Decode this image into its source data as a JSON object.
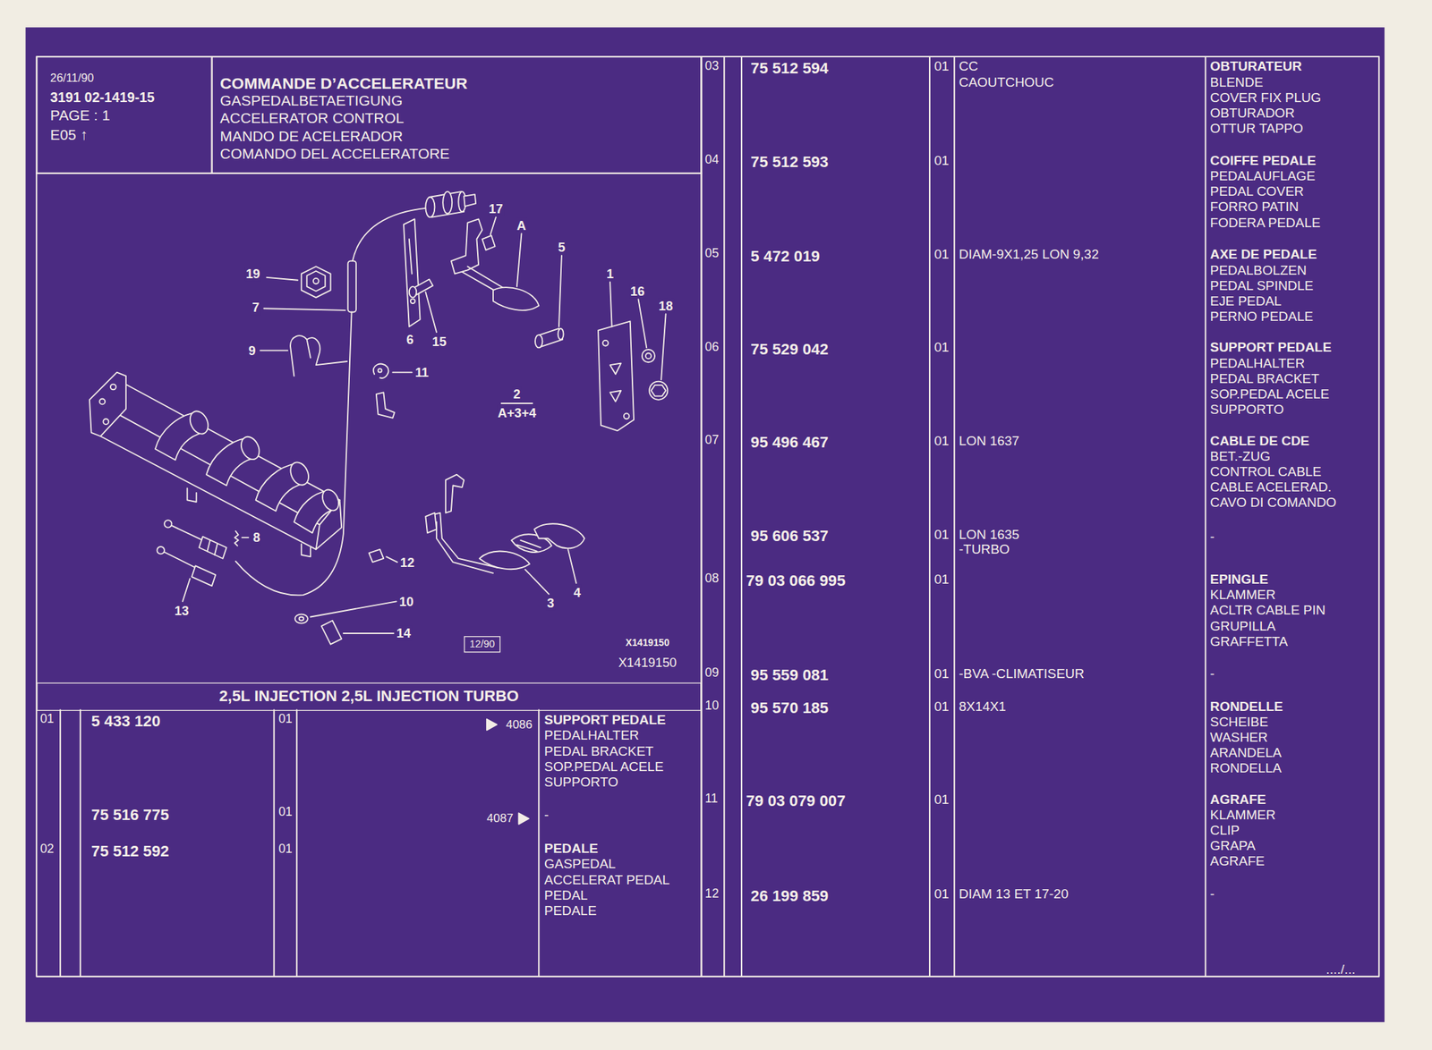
{
  "diagram": {
    "title": "COMMANDE D’ACCELERATEUR",
    "nodes": [
      {
        "text": [
          "26/11/90",
          "3191 02-1419-15",
          "PAGE : 1",
          "E05 ↑"
        ]
      },
      {
        "text": [
          "GASPEDALBETAETIGUNG",
          "ACCELERATOR CONTROL",
          "MANDO DE ACELERADOR",
          "COMANDO DEL ACCELERATORE"
        ]
      },
      {
        "text": [
          "12/90"
        ]
      },
      {
        "text": [
          "2,5L INJECTION 2,5L INJECTION TURBO"
        ]
      }
    ],
    "labels": [
      "17",
      "A",
      "5",
      "19",
      "1",
      "16",
      "18",
      "7",
      "6",
      "15",
      "9",
      "11",
      "2",
      "A+3+4",
      "8",
      "12",
      "10",
      "13",
      "3",
      "4",
      "14",
      "X1419150",
      "X1419150",
      "01",
      "5 433 120",
      "01",
      "4086",
      "SUPPORT PEDALE",
      "PEDALHALTER",
      "PEDAL BRACKET",
      "SOP.PEDAL ACELE",
      "SUPPORTO",
      "75 516 775",
      "01",
      "4087",
      "-",
      "02",
      "75 512 592",
      "01",
      "PEDALE",
      "GASPEDAL",
      "ACCELERAT PEDAL",
      "PEDAL",
      "PEDALE",
      "03",
      "75 512 594",
      "01",
      "CC",
      "CAOUTCHOUC",
      "OBTURATEUR",
      "BLENDE",
      "COVER FIX PLUG",
      "OBTURADOR",
      "OTTUR TAPPO",
      "04",
      "75 512 593",
      "01",
      "COIFFE PEDALE",
      "PEDALAUFLAGE",
      "PEDAL COVER",
      "FORRO PATIN",
      "FODERA PEDALE",
      "05",
      "5 472 019",
      "01",
      "DIAM-9X1,25 LON 9,32",
      "AXE DE PEDALE",
      "PEDALBOLZEN",
      "PEDAL SPINDLE",
      "EJE PEDAL",
      "PERNO PEDALE",
      "06",
      "75 529 042",
      "01",
      "SUPPORT PEDALE",
      "PEDALHALTER",
      "PEDAL BRACKET",
      "SOP.PEDAL ACELE",
      "SUPPORTO",
      "07",
      "95 496 467",
      "01",
      "LON 1637",
      "CABLE DE CDE",
      "BET.-ZUG",
      "CONTROL CABLE",
      "CABLE ACELERAD.",
      "CAVO DI COMANDO",
      "95 606 537",
      "01",
      "LON 1635",
      "-TURBO",
      "-",
      "08",
      "79 03 066 995",
      "01",
      "EPINGLE",
      "KLAMMER",
      "ACLTR CABLE PIN",
      "GRUPILLA",
      "GRAFFETTA",
      "09",
      "95 559 081",
      "01",
      "-BVA -CLIMATISEUR",
      "-",
      "10",
      "95 570 185",
      "01",
      "8X14X1",
      "RONDELLE",
      "SCHEIBE",
      "WASHER",
      "ARANDELA",
      "RONDELLA",
      "11",
      "79 03 079 007",
      "01",
      "AGRAFE",
      "KLAMMER",
      "CLIP",
      "GRAPA",
      "AGRAFE",
      "12",
      "26 199 859",
      "01",
      "DIAM 13 ET 17-20",
      "-",
      "..../..."
    ]
  }
}
